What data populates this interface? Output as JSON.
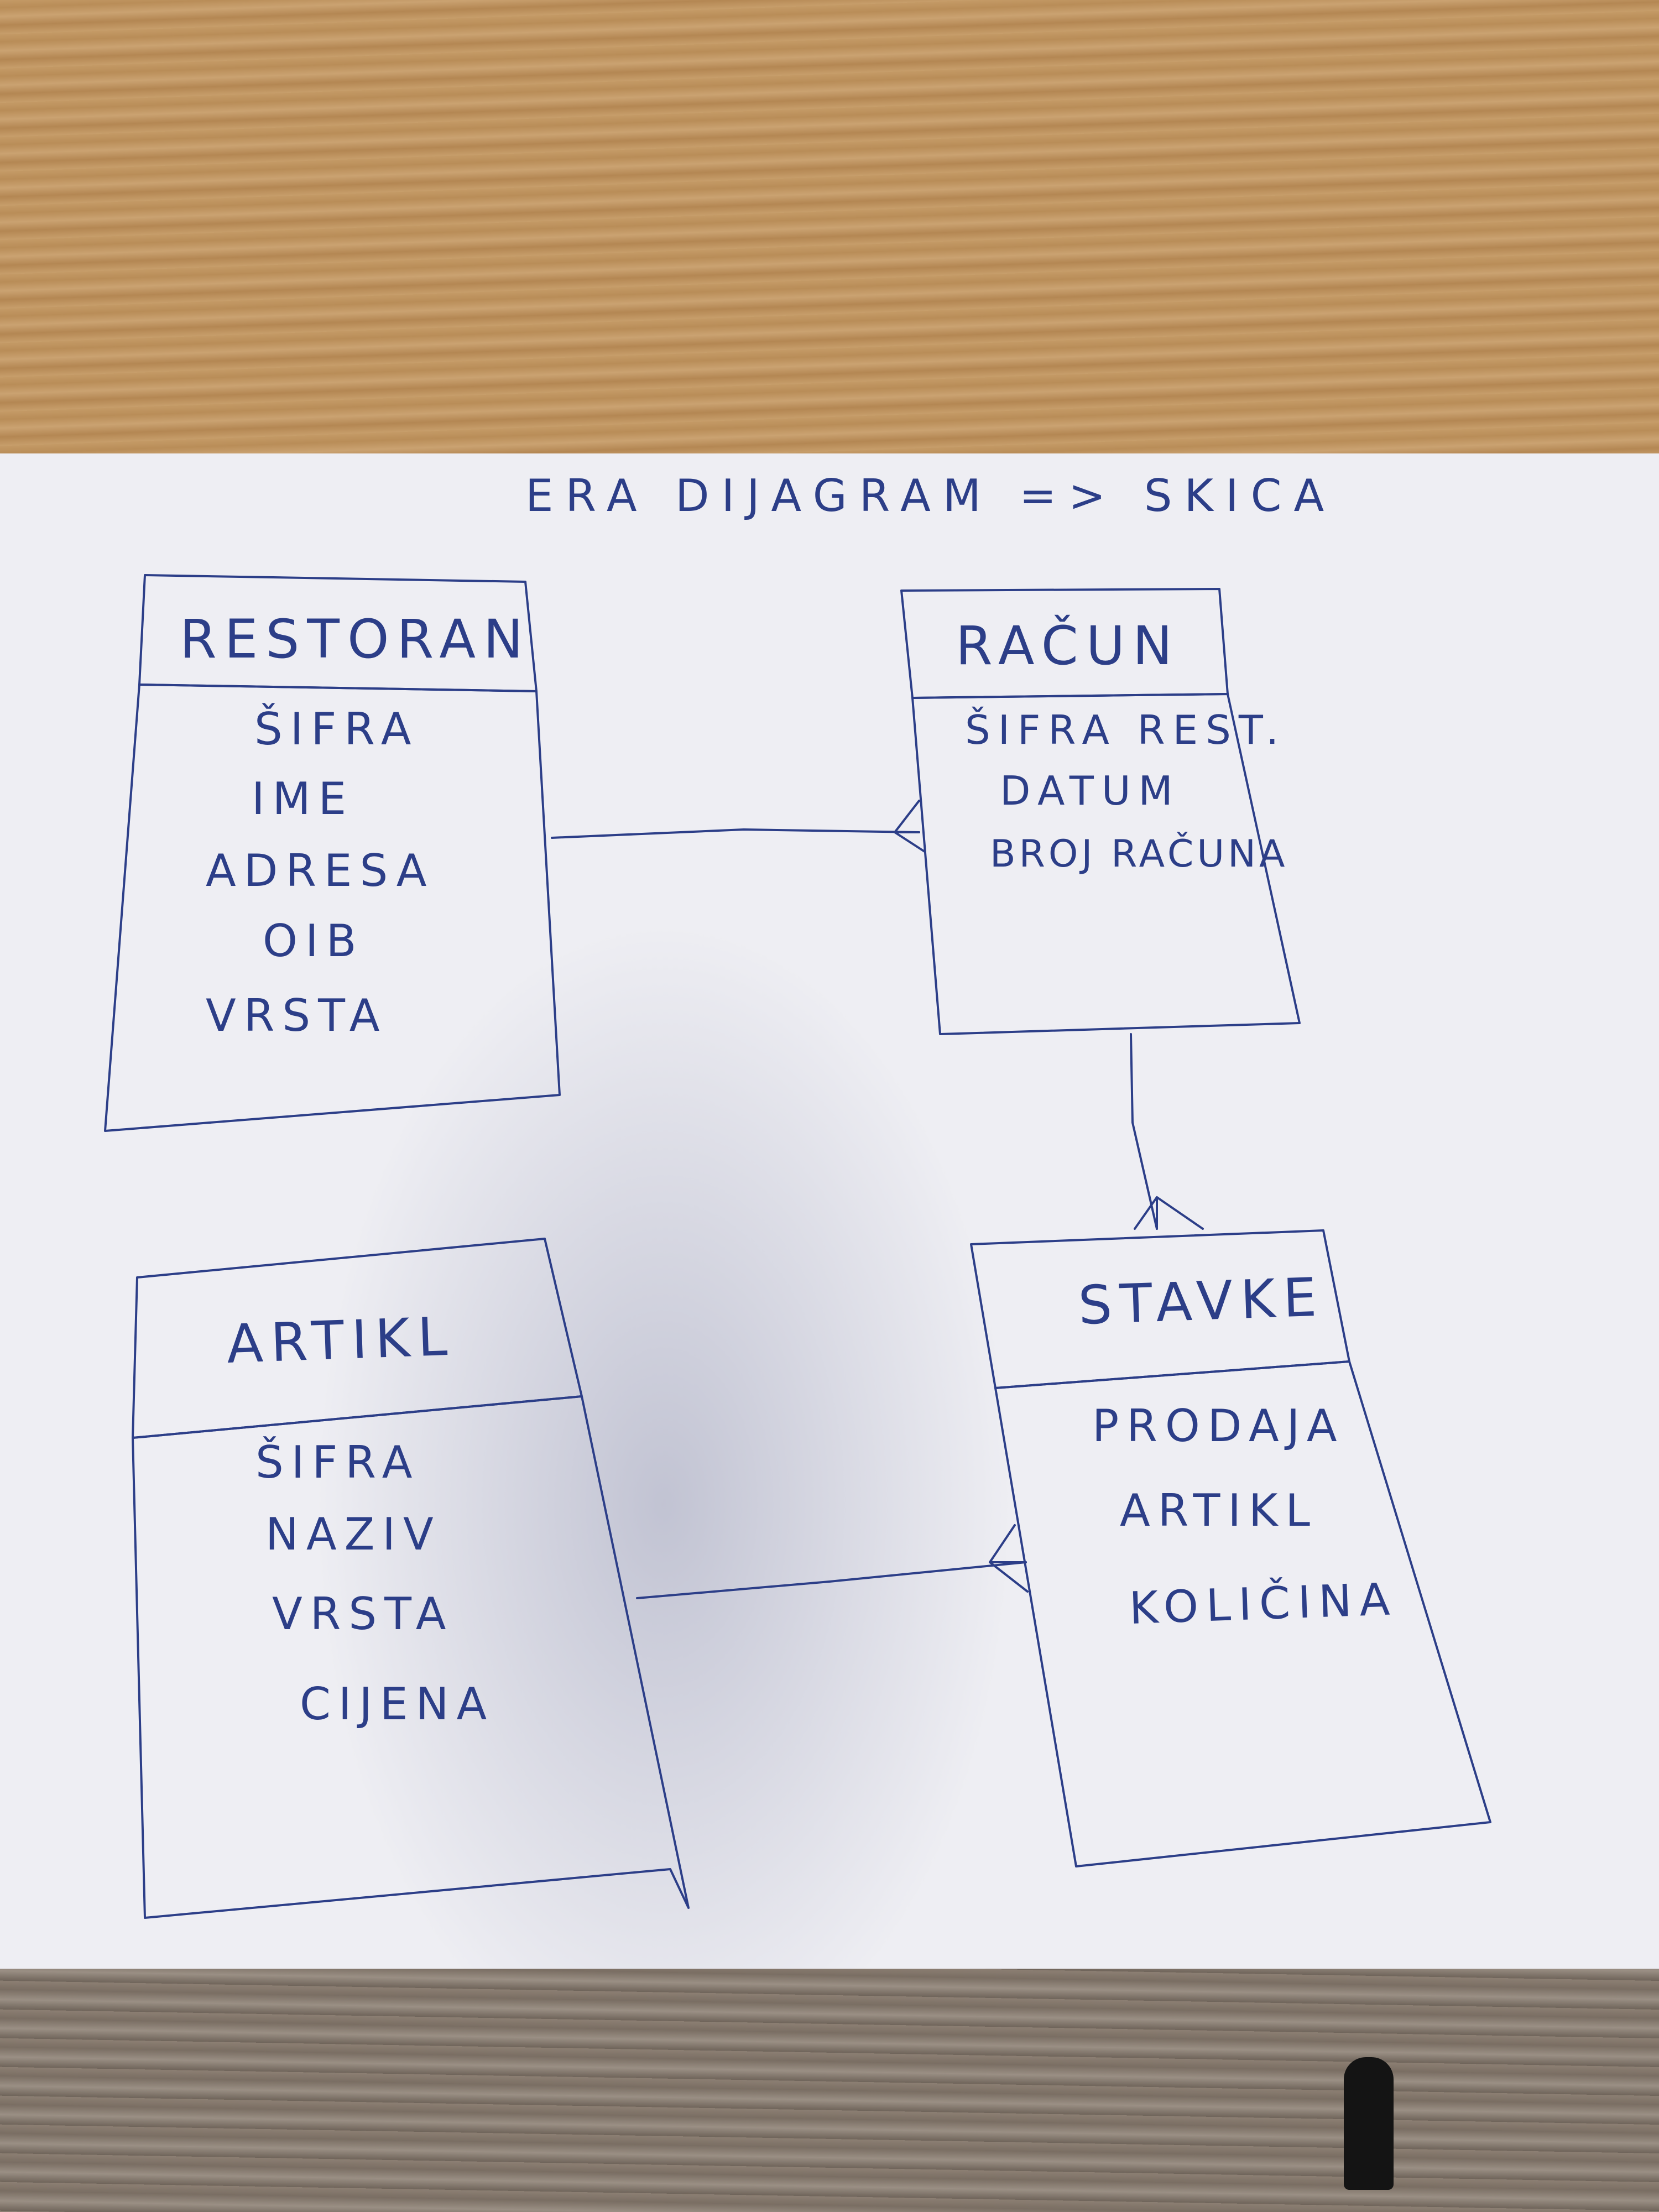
{
  "title": "ERA DIJAGRAM => SKICA",
  "entities": [
    {
      "name": "RESTORAN",
      "attributes": [
        "ŠIFRA",
        "IME",
        "ADRESA",
        "OIB",
        "VRSTA"
      ]
    },
    {
      "name": "RAČUN",
      "attributes": [
        "ŠIFRA REST.",
        "DATUM",
        "BROJ RAČUNA"
      ]
    },
    {
      "name": "ARTIKL",
      "attributes": [
        "ŠIFRA",
        "NAZIV",
        "VRSTA",
        "CIJENA"
      ]
    },
    {
      "name": "STAVKE",
      "attributes": [
        "PRODAJA",
        "ARTIKL",
        "KOLIČINA"
      ]
    }
  ],
  "relationships": [
    {
      "from": "RESTORAN",
      "to": "RAČUN",
      "to_end": "many"
    },
    {
      "from": "RAČUN",
      "to": "STAVKE",
      "to_end": "many"
    },
    {
      "from": "ARTIKL",
      "to": "STAVKE",
      "to_end": "many"
    }
  ],
  "colors": {
    "ink": "#2c3e88",
    "paper": "#eeeef3"
  }
}
